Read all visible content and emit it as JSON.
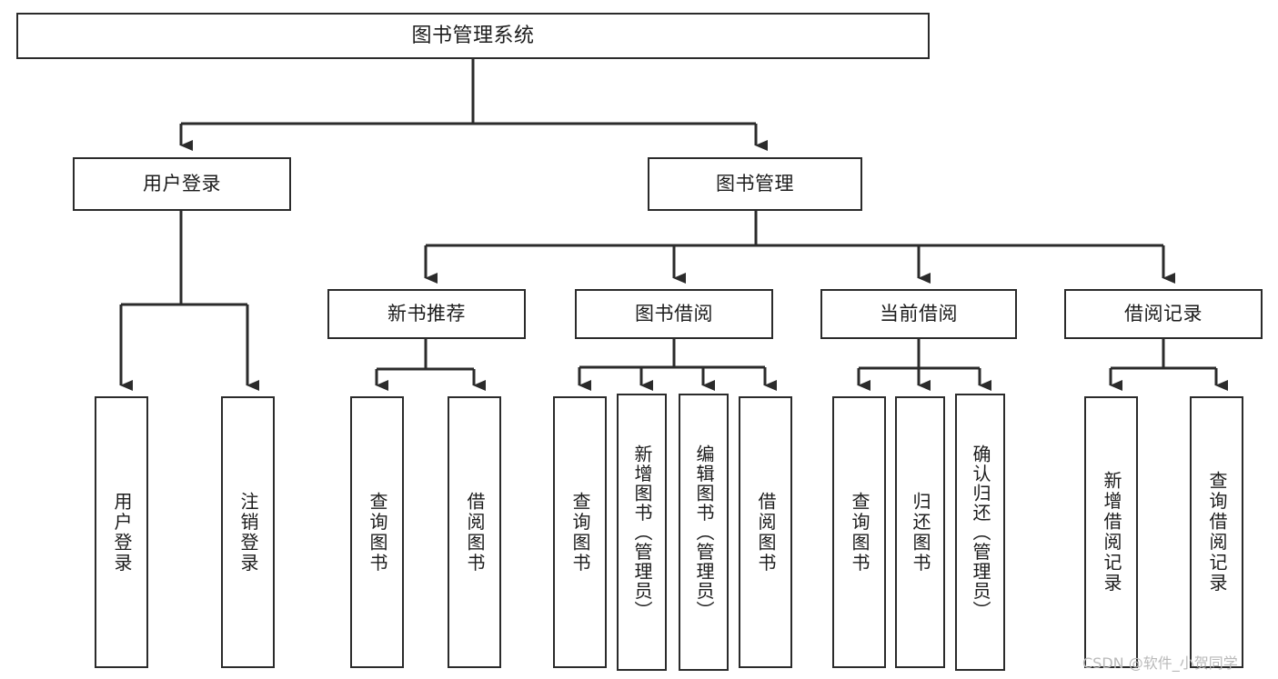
{
  "diagram": {
    "type": "tree-hierarchy",
    "title": "图书管理系统",
    "orientation": "top-down",
    "line_color": "#2b2b2b",
    "box_fill": "#ffffff",
    "text_color": "#1c1c1c",
    "nodes": {
      "root": {
        "label": "图书管理系统",
        "level": 1
      },
      "l2": [
        {
          "label": "用户登录",
          "level": 2
        },
        {
          "label": "图书管理",
          "level": 2
        }
      ],
      "l3": [
        {
          "label": "新书推荐",
          "level": 3
        },
        {
          "label": "图书借阅",
          "level": 3
        },
        {
          "label": "当前借阅",
          "level": 3
        },
        {
          "label": "借阅记录",
          "level": 3
        }
      ],
      "leaves": {
        "user_login": [
          {
            "label": "用户登录"
          },
          {
            "label": "注销登录"
          }
        ],
        "new_book_recommend": [
          {
            "label": "查询图书"
          },
          {
            "label": "借阅图书"
          }
        ],
        "book_borrow": [
          {
            "label": "查询图书"
          },
          {
            "label": "新增图书（管理员）"
          },
          {
            "label": "编辑图书（管理员）"
          },
          {
            "label": "借阅图书"
          }
        ],
        "current_borrow": [
          {
            "label": "查询图书"
          },
          {
            "label": "归还图书"
          },
          {
            "label": "确认归还（管理员）"
          }
        ],
        "borrow_record": [
          {
            "label": "新增借阅记录"
          },
          {
            "label": "查询借阅记录"
          }
        ]
      }
    }
  },
  "watermark": {
    "text": "CSDN @软件_小贺同学",
    "color": "#b9b9b9"
  }
}
